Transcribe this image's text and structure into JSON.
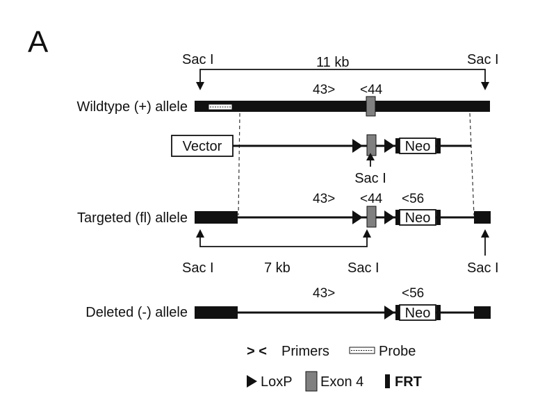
{
  "figure": {
    "panel_label": "A",
    "rows": {
      "wildtype": "Wildtype (+) allele",
      "targeted": "Targeted (fl) allele",
      "deleted": "Deleted (-) allele"
    },
    "sites": {
      "saci_left_top": "Sac I",
      "saci_right_top": "Sac I",
      "saci_vector": "Sac I",
      "saci_bottom_left": "Sac I",
      "saci_bottom_mid": "Sac I",
      "saci_bottom_right": "Sac I"
    },
    "distances": {
      "top": "11 kb",
      "bottom": "7 kb"
    },
    "primers": {
      "wt_43": "43>",
      "wt_44": "<44",
      "fl_43": "43>",
      "fl_44": "<44",
      "fl_56": "<56",
      "del_43": "43>",
      "del_56": "<56"
    },
    "boxes": {
      "vector": "Vector",
      "neo": "Neo"
    },
    "legend": {
      "primers_glyph": "> <",
      "primers": "Primers",
      "probe": "Probe",
      "loxp": "LoxP",
      "exon": "Exon 4",
      "frt": "FRT"
    }
  }
}
